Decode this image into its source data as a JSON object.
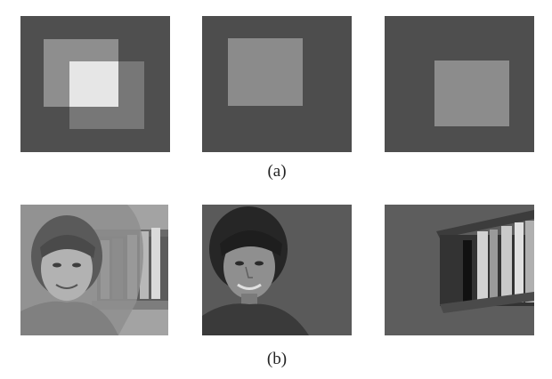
{
  "captions": {
    "row_a": "(a)",
    "row_b": "(b)"
  },
  "row_a": {
    "panels": [
      "mixed-squares",
      "source-square-1",
      "source-square-2"
    ]
  },
  "row_b": {
    "panels": [
      "mixed-portrait-bookshelf",
      "source-portrait",
      "source-bookshelf"
    ]
  },
  "colors": {
    "background_gray": "#4d4d4d",
    "square_light": "#8e8e8e",
    "overlap_bright": "#e6e6e6"
  }
}
